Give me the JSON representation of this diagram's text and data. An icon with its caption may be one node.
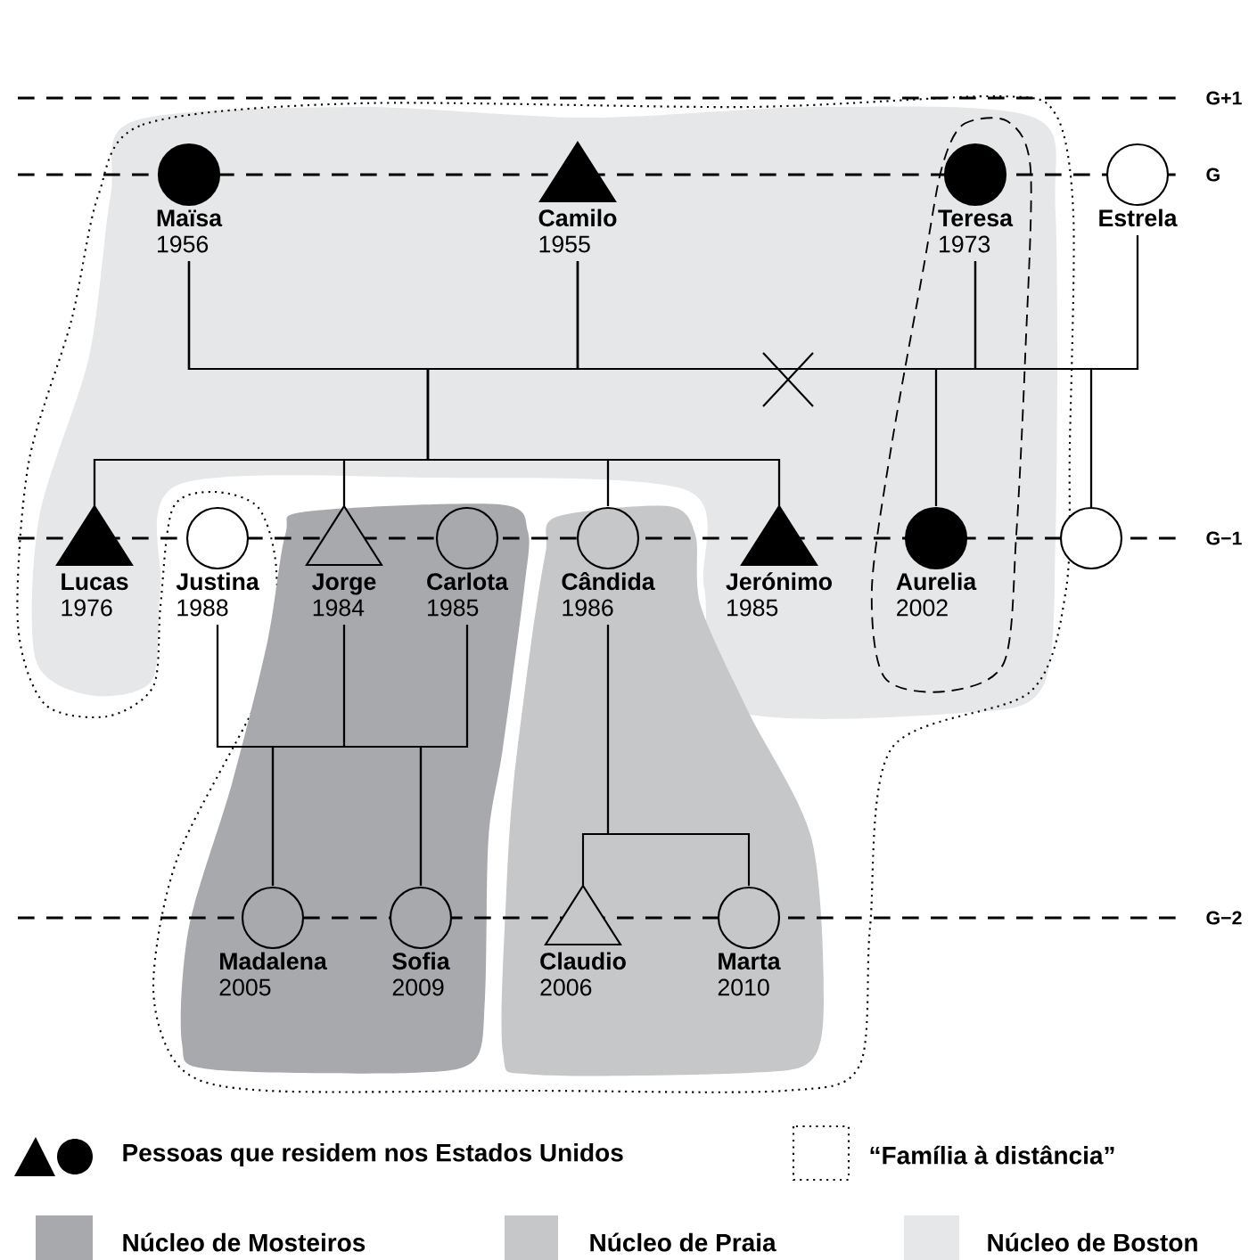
{
  "diagram": {
    "nodes": [
      {
        "text": [
          "Maïsa",
          "1956"
        ]
      },
      {
        "text": [
          "Camilo",
          "1955"
        ]
      },
      {
        "text": [
          "Teresa",
          "1973"
        ]
      },
      {
        "text": [
          "Estrela"
        ]
      },
      {
        "text": [
          "Lucas",
          "1976"
        ]
      },
      {
        "text": [
          "Justina",
          "1988"
        ]
      },
      {
        "text": [
          "Jorge",
          "1984"
        ]
      },
      {
        "text": [
          "Carlota",
          "1985"
        ]
      },
      {
        "text": [
          "Cândida",
          "1986"
        ]
      },
      {
        "text": [
          "Jerónimo",
          "1985"
        ]
      },
      {
        "text": [
          "Aurelia",
          "2002"
        ]
      },
      {
        "text": [],
        "shape": "circle"
      },
      {
        "text": [
          "Madalena",
          "2005"
        ]
      },
      {
        "text": [
          "Sofia",
          "2009"
        ]
      },
      {
        "text": [
          "Claudio",
          "2006"
        ]
      },
      {
        "text": [
          "Marta",
          "2010"
        ]
      }
    ],
    "edges": [
      {
        "from": 0,
        "to": 1,
        "arrow": "none"
      },
      {
        "from": 1,
        "to": 2,
        "arrow": "none"
      },
      {
        "from": 2,
        "to": 3,
        "arrow": "none"
      },
      {
        "from": 0,
        "to": 4,
        "arrow": "none"
      },
      {
        "from": 1,
        "to": 4,
        "arrow": "none"
      },
      {
        "from": 0,
        "to": 6,
        "arrow": "none"
      },
      {
        "from": 1,
        "to": 6,
        "arrow": "none"
      },
      {
        "from": 0,
        "to": 8,
        "arrow": "none"
      },
      {
        "from": 1,
        "to": 8,
        "arrow": "none"
      },
      {
        "from": 0,
        "to": 9,
        "arrow": "none"
      },
      {
        "from": 1,
        "to": 9,
        "arrow": "none"
      },
      {
        "from": 1,
        "to": 10,
        "arrow": "none"
      },
      {
        "from": 2,
        "to": 10,
        "arrow": "none"
      },
      {
        "from": 2,
        "to": 11,
        "arrow": "none"
      },
      {
        "from": 3,
        "to": 11,
        "arrow": "none"
      },
      {
        "from": 5,
        "to": 12,
        "arrow": "none"
      },
      {
        "from": 6,
        "to": 12,
        "arrow": "none"
      },
      {
        "from": 7,
        "to": 12,
        "arrow": "none"
      },
      {
        "from": 5,
        "to": 13,
        "arrow": "none"
      },
      {
        "from": 6,
        "to": 13,
        "arrow": "none"
      },
      {
        "from": 7,
        "to": 13,
        "arrow": "none"
      },
      {
        "from": 8,
        "to": 14,
        "arrow": "none"
      },
      {
        "from": 8,
        "to": 15,
        "arrow": "none"
      }
    ],
    "labels": [
      "G+1",
      "G",
      "G−1",
      "G−2"
    ],
    "legend": [
      {
        "text": "Pessoas que residem nos Estados Unidos"
      },
      {
        "text": "“Família à distância”"
      },
      {
        "text": "Núcleo de Mosteiros",
        "color": "#a7a9ac"
      },
      {
        "text": "Núcleo de Praia",
        "color": "#c6c7c9"
      },
      {
        "text": "Núcleo de Boston",
        "color": "#e6e7e8"
      }
    ]
  }
}
